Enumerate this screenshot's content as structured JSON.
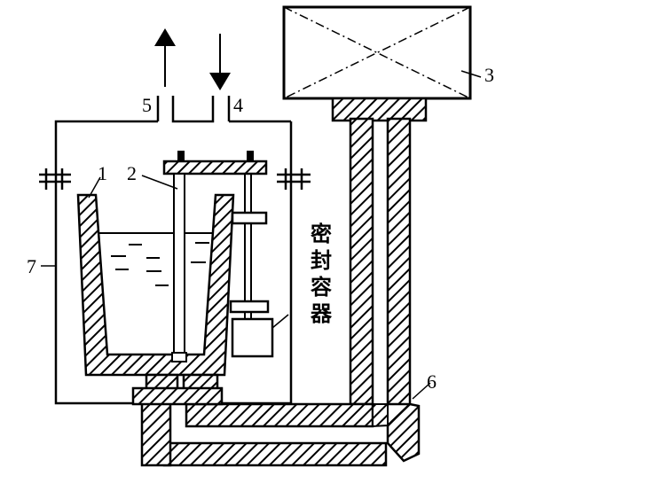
{
  "diagram": {
    "labels": {
      "l1": "1",
      "l2": "2",
      "l3": "3",
      "l4": "4",
      "l5": "5",
      "l6": "6",
      "l7": "7"
    },
    "vertical_text": [
      "密",
      "封",
      "容",
      "器"
    ]
  },
  "colors": {
    "line": "#000000",
    "background": "#ffffff",
    "liquid": "#000000"
  }
}
